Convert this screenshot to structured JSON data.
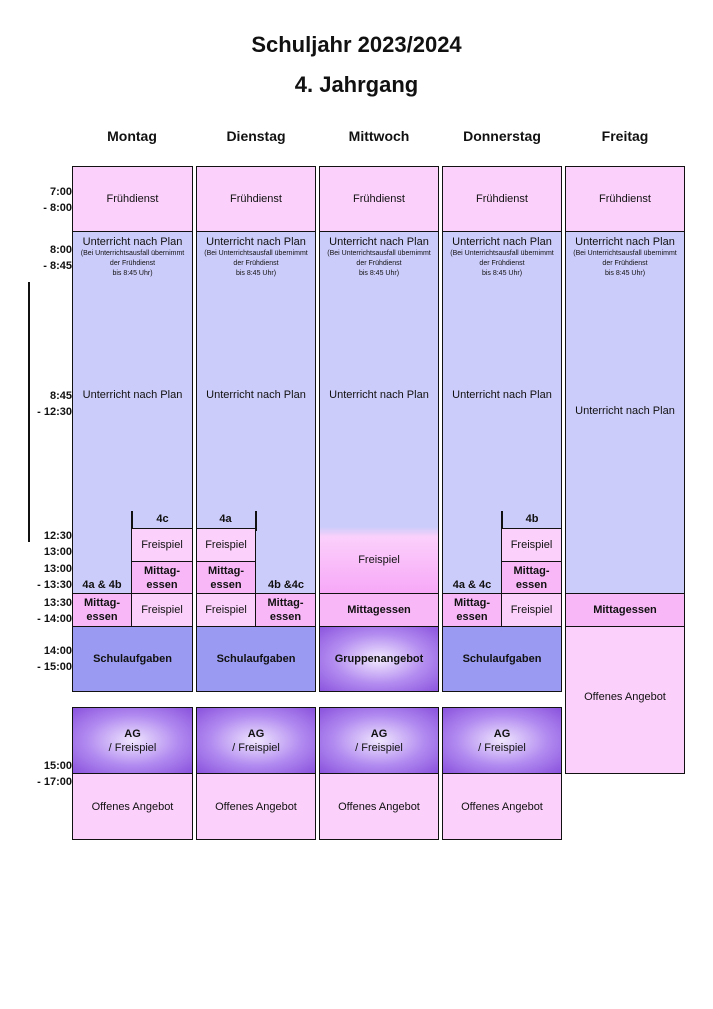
{
  "title": "Schuljahr 2023/2024",
  "subtitle": "4. Jahrgang",
  "days": [
    "Montag",
    "Dienstag",
    "Mittwoch",
    "Donnerstag",
    "Freitag"
  ],
  "times": {
    "t1a": "7:00",
    "t1b": "- 8:00",
    "t2a": "8:00",
    "t2b": "- 8:45",
    "t3a": "8:45",
    "t3b": "- 12:30",
    "t4a": "12:30",
    "t4b": "13:00",
    "t5a": "13:00",
    "t5b": "- 13:30",
    "t6a": "13:30",
    "t6b": "- 14:00",
    "t7a": "14:00",
    "t7b": "- 15:00",
    "t8a": "15:00",
    "t8b": "- 17:00"
  },
  "cells": {
    "fruehdienst": "Frühdienst",
    "unterricht_plan": "Unterricht nach Plan",
    "note1": "(Bei Unterrichtsausfall übernimmt",
    "note2": "der Frühdienst",
    "note3": "bis 8:45 Uhr)",
    "freispiel": "Freispiel",
    "mittag1": "Mittag-",
    "mittag2": "essen",
    "mittagessen": "Mittagessen",
    "schulaufgaben": "Schulaufgaben",
    "gruppenangebot": "Gruppenangebot",
    "offenes_angebot": "Offenes Angebot",
    "ag": "AG",
    "ag_freispiel": "/ Freispiel"
  },
  "groups": {
    "mo_right": "4c",
    "mo_left": "4a & 4b",
    "di_left": "4a",
    "di_right": "4b &4c",
    "do_right": "4b",
    "do_left": "4a & 4c"
  }
}
